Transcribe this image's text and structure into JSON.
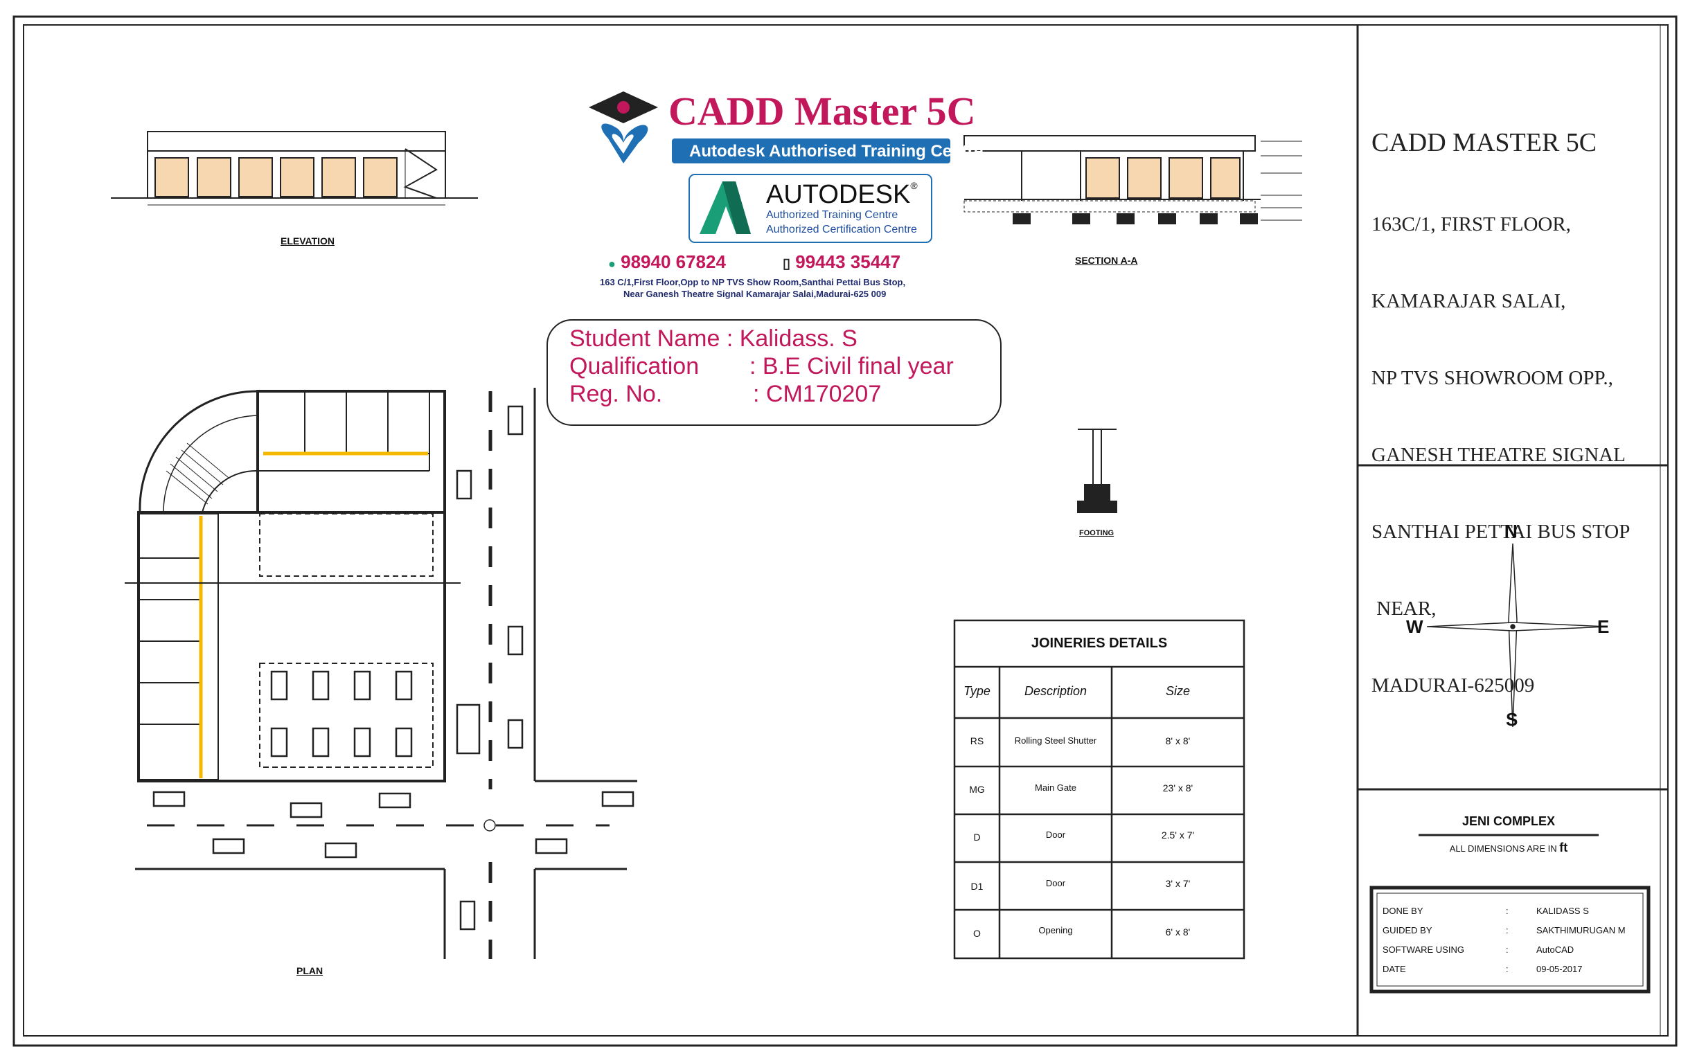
{
  "logo": {
    "brand": "CADD Master 5C",
    "tagline": "Autodesk Authorised Training Centre",
    "autodesk_word": "AUTODESK",
    "autodesk_reg": "®",
    "autodesk_line1": "Authorized Training Centre",
    "autodesk_line2": "Authorized Certification Centre",
    "phone1": "98940 67824",
    "phone2": "99443 35447",
    "address_line1": "163 C/1,First Floor,Opp to NP TVS Show Room,Santhai Pettai Bus Stop,",
    "address_line2": "Near Ganesh Theatre Signal  Kamarajar Salai,Madurai-625 009"
  },
  "student": {
    "name_label": "Student Name",
    "name_value": "Kalidass. S",
    "qual_label": "Qualification",
    "qual_value": "B.E Civil final year",
    "reg_label": "Reg. No.",
    "reg_value": "CM170207",
    "sep": ":"
  },
  "views": {
    "elevation": "ELEVATION",
    "section": "SECTION A-A",
    "footing": "FOOTING",
    "plan": "PLAN"
  },
  "joinery": {
    "title": "JOINERIES DETAILS",
    "headers": [
      "Type",
      "Description",
      "Size"
    ],
    "rows": [
      [
        "RS",
        "Rolling Steel Shutter",
        "8' x 8'"
      ],
      [
        "MG",
        "Main Gate",
        "23' x 8'"
      ],
      [
        "D",
        "Door",
        "2.5' x 7'"
      ],
      [
        "D1",
        "Door",
        "3' x 7'"
      ],
      [
        "O",
        "Opening",
        "6' x 8'"
      ]
    ]
  },
  "sheet": {
    "company": "CADD MASTER 5C",
    "address": [
      "163C/1, FIRST FLOOR,",
      "KAMARAJAR SALAI,",
      "NP TVS SHOWROOM OPP.,",
      "GANESH THEATRE SIGNAL",
      "SANTHAI PETTAI BUS STOP",
      " NEAR,",
      "MADURAI-625009"
    ],
    "compass": {
      "n": "N",
      "s": "S",
      "e": "E",
      "w": "W"
    },
    "project": "JENI COMPLEX",
    "dimensions_note": "ALL DIMENSIONS ARE IN",
    "dimensions_unit": "ft",
    "info": [
      {
        "label": "DONE BY",
        "value": "KALIDASS S"
      },
      {
        "label": "GUIDED BY",
        "value": "SAKTHIMURUGAN M"
      },
      {
        "label": "SOFTWARE USING",
        "value": "AutoCAD"
      },
      {
        "label": "DATE",
        "value": "09-05-2017"
      }
    ]
  },
  "colors": {
    "brand_magenta": "#c2185b",
    "brand_blue": "#1f6fb5",
    "shutter_fill": "#f7d7b0",
    "shutter_line": "#f5b800"
  }
}
